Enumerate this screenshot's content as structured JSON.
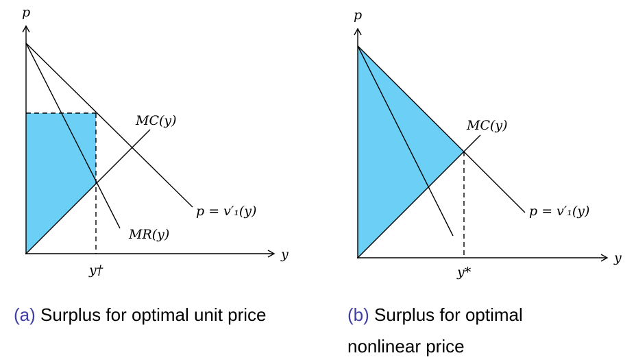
{
  "colors": {
    "fill": "#6ccff6",
    "line": "#000000",
    "label_accent": "#3f3fa6"
  },
  "panels": [
    {
      "id": "a",
      "labels": {
        "p_axis": "p",
        "y_axis": "y",
        "mc": "MC(y)",
        "demand": "p = v′₁(y)",
        "mr": "MR(y)",
        "y_tick": "y†"
      },
      "caption": {
        "label": "(a)",
        "text": "Surplus for optimal unit price"
      }
    },
    {
      "id": "b",
      "labels": {
        "p_axis": "p",
        "y_axis": "y",
        "mc": "MC(y)",
        "demand": "p = v′₁(y)",
        "y_tick": "y*"
      },
      "caption": {
        "label": "(b)",
        "text": "Surplus for optimal nonlinear price"
      }
    }
  ]
}
